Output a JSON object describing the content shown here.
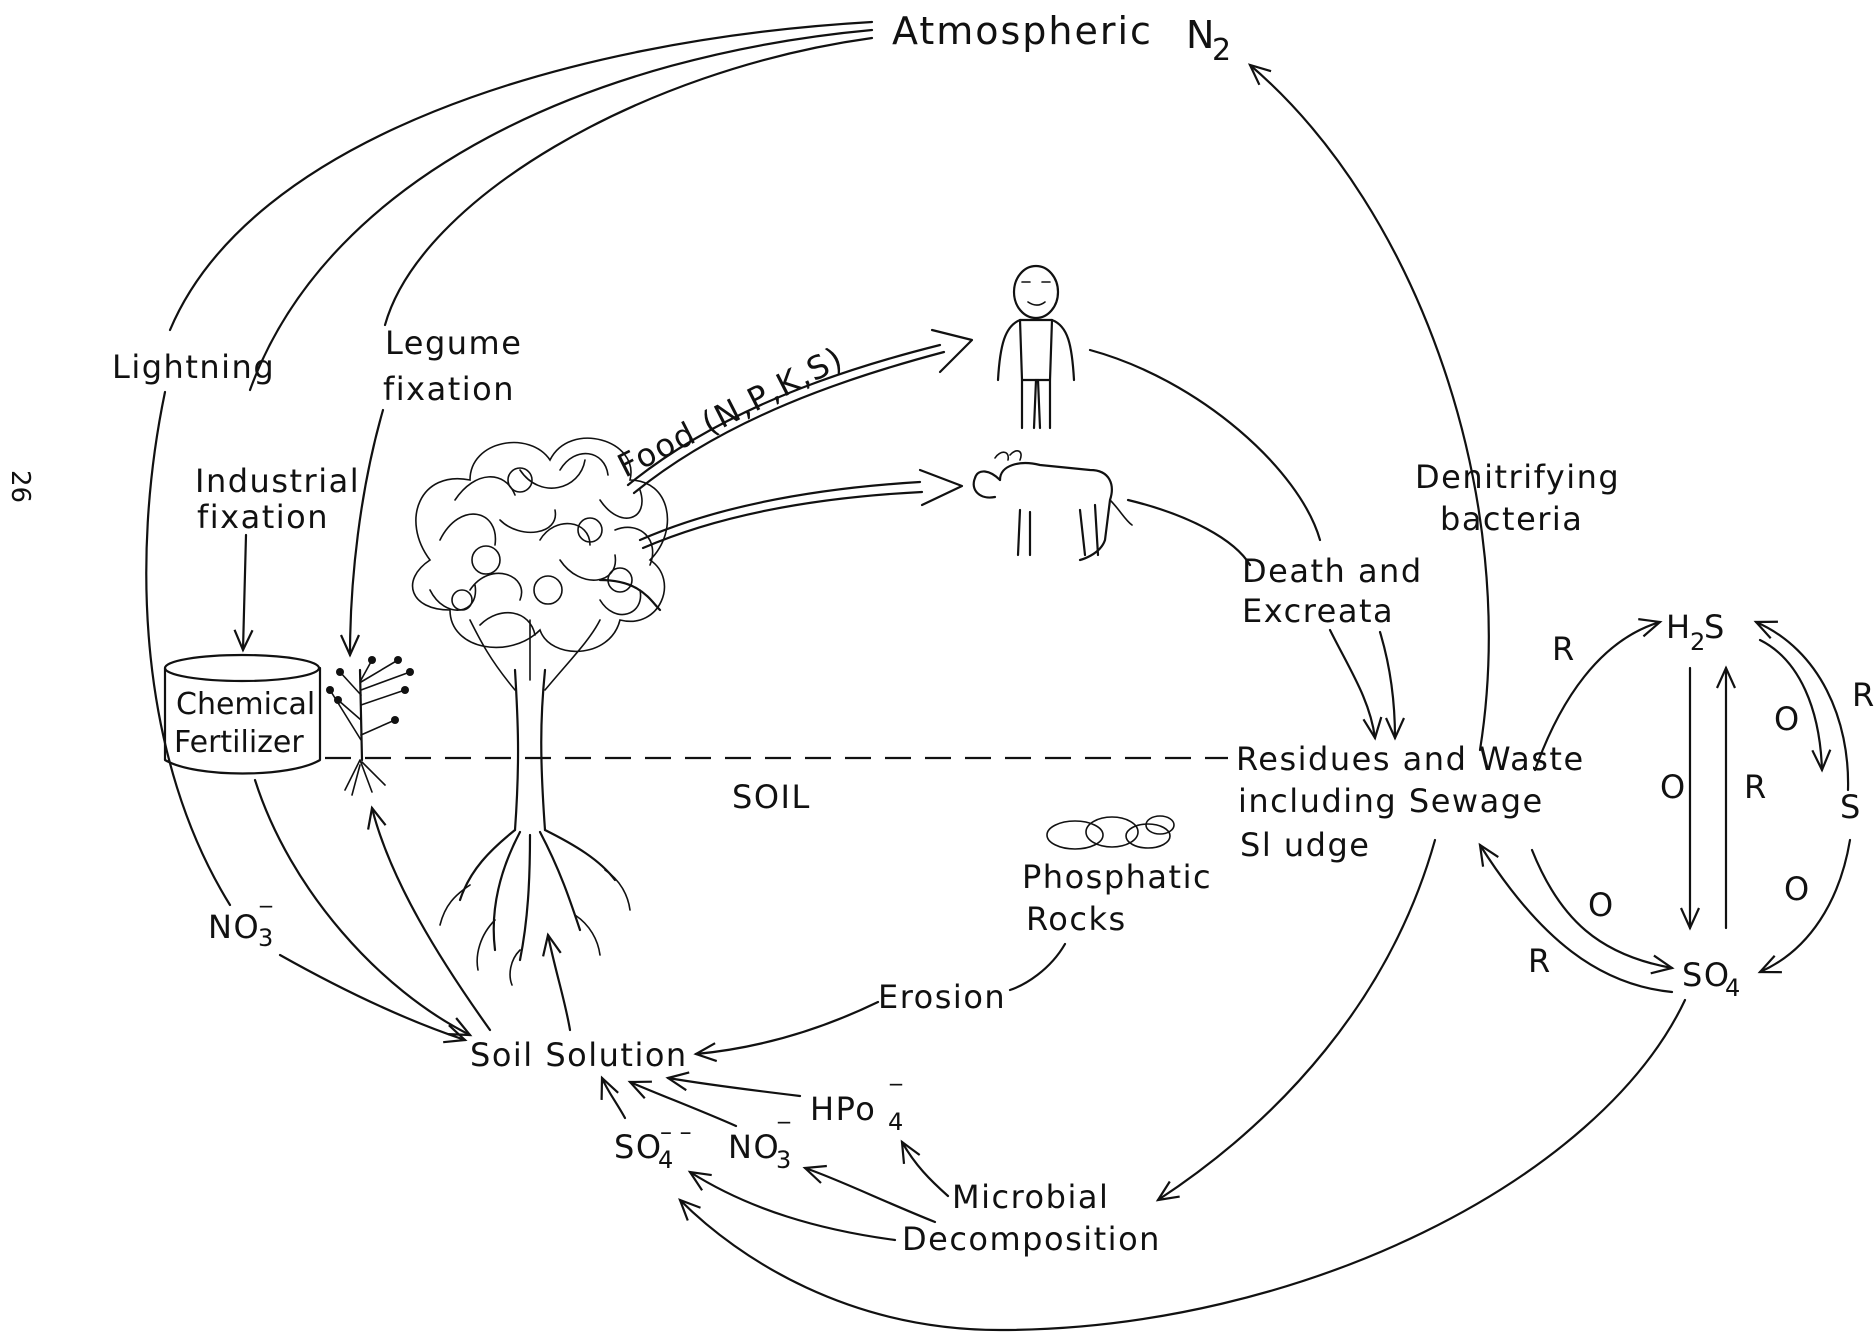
{
  "labels": {
    "atmospheric": "Atmospheric",
    "n2": "N",
    "n2_sub": "2",
    "lightning": "Lightning",
    "industrial_1": "Industrial",
    "industrial_2": "fixation",
    "legume_1": "Legume",
    "legume_2": "fixation",
    "food": "Food (N,P,K,S)",
    "denitrifying_1": "Denitrifying",
    "denitrifying_2": "bacteria",
    "death_1": "Death and",
    "death_2": "Excreata",
    "chemical_1": "Chemical",
    "chemical_2": "Fertilizer",
    "soil": "SOIL",
    "residues_1": "Residues and Waste",
    "residues_2": "including Sewage",
    "residues_3": "Sl udge",
    "phosphatic_1": "Phosphatic",
    "phosphatic_2": "Rocks",
    "erosion": "Erosion",
    "no3_left": "NO",
    "no3_left_sub": "3",
    "soil_solution": "Soil Solution",
    "so4_bottom": "SO",
    "so4_bottom_sub": "4",
    "no3_bottom": "NO",
    "no3_bottom_sub": "3",
    "hpo4": "HPo",
    "hpo4_sub": "4",
    "microbial_1": "Microbial",
    "microbial_2": "Decomposition",
    "page_number": "26"
  },
  "sulfur_cycle": {
    "h2s_h": "H",
    "h2s_sub": "2",
    "h2s_s": "S",
    "s": "S",
    "so4": "SO",
    "so4_sub": "4",
    "r": "R",
    "o": "O"
  },
  "icons": [
    "person-icon",
    "cow-icon",
    "tree-icon",
    "legume-plant-icon",
    "fertilizer-drum-icon",
    "phosphatic-rocks-icon"
  ]
}
